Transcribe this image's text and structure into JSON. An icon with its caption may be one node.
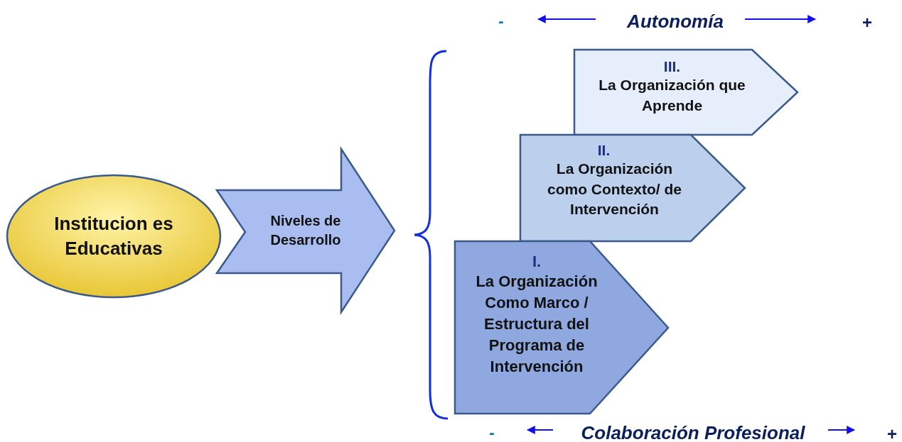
{
  "diagram": {
    "nodes": [
      {
        "text": [
          "Institucion es Educativas"
        ]
      },
      {
        "text": [
          "Niveles de Desarrollo"
        ]
      },
      {
        "text": [
          "III.",
          "La Organización que Aprende"
        ]
      },
      {
        "text": [
          "II.",
          "La Organización como Contexto/ de Intervención"
        ]
      },
      {
        "text": [
          "I.",
          "La Organización Como Marco / Estructura del Programa de Intervención"
        ]
      }
    ],
    "labels": [
      "-",
      "Autonomía",
      "+",
      "-",
      "Colaboración Profesional",
      "+"
    ]
  }
}
